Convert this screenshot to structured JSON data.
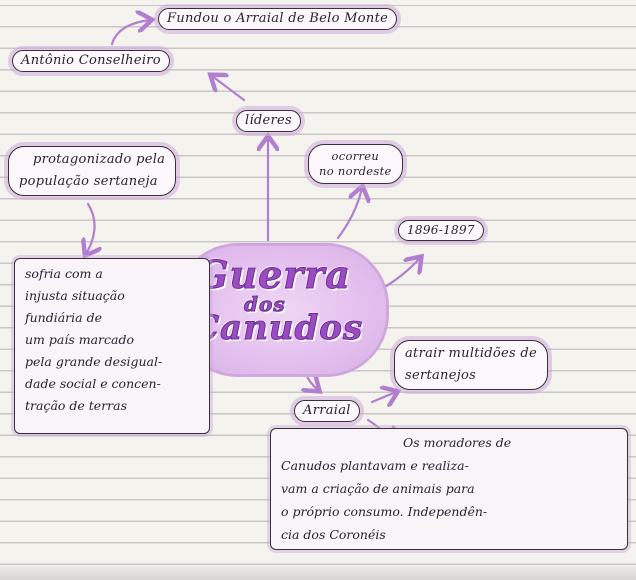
{
  "center": {
    "line1": "Guerra",
    "line2": "dos",
    "line3": "Canudos"
  },
  "nodes": {
    "fundou": "Fundou o Arraial de Belo Monte",
    "antonio": "Antônio Conselheiro",
    "lideres": "líderes",
    "protagonizado_line1": "protagonizado pela",
    "protagonizado_line2": "população sertaneja",
    "ocorreu_line1": "ocorreu",
    "ocorreu_line2": "no nordeste",
    "datas": "1896-1897",
    "atrair_line1": "atrair multidões de",
    "atrair_line2": "sertanejos",
    "arraial": "Arraial"
  },
  "sofria_box": [
    "sofria com a",
    "injusta situação",
    "fundiária de",
    "um país marcado",
    "pela grande desigual-",
    "dade social e concen-",
    "tração de terras"
  ],
  "moradores_box": [
    "Os moradores de",
    "Canudos plantavam e realiza-",
    "vam a criação de animais para",
    "o próprio consumo. Independên-",
    "cia dos Coronéis"
  ],
  "colors": {
    "accent": "#9b4cc4",
    "highlight": "#cfa6dd",
    "ink": "#2b2230"
  }
}
